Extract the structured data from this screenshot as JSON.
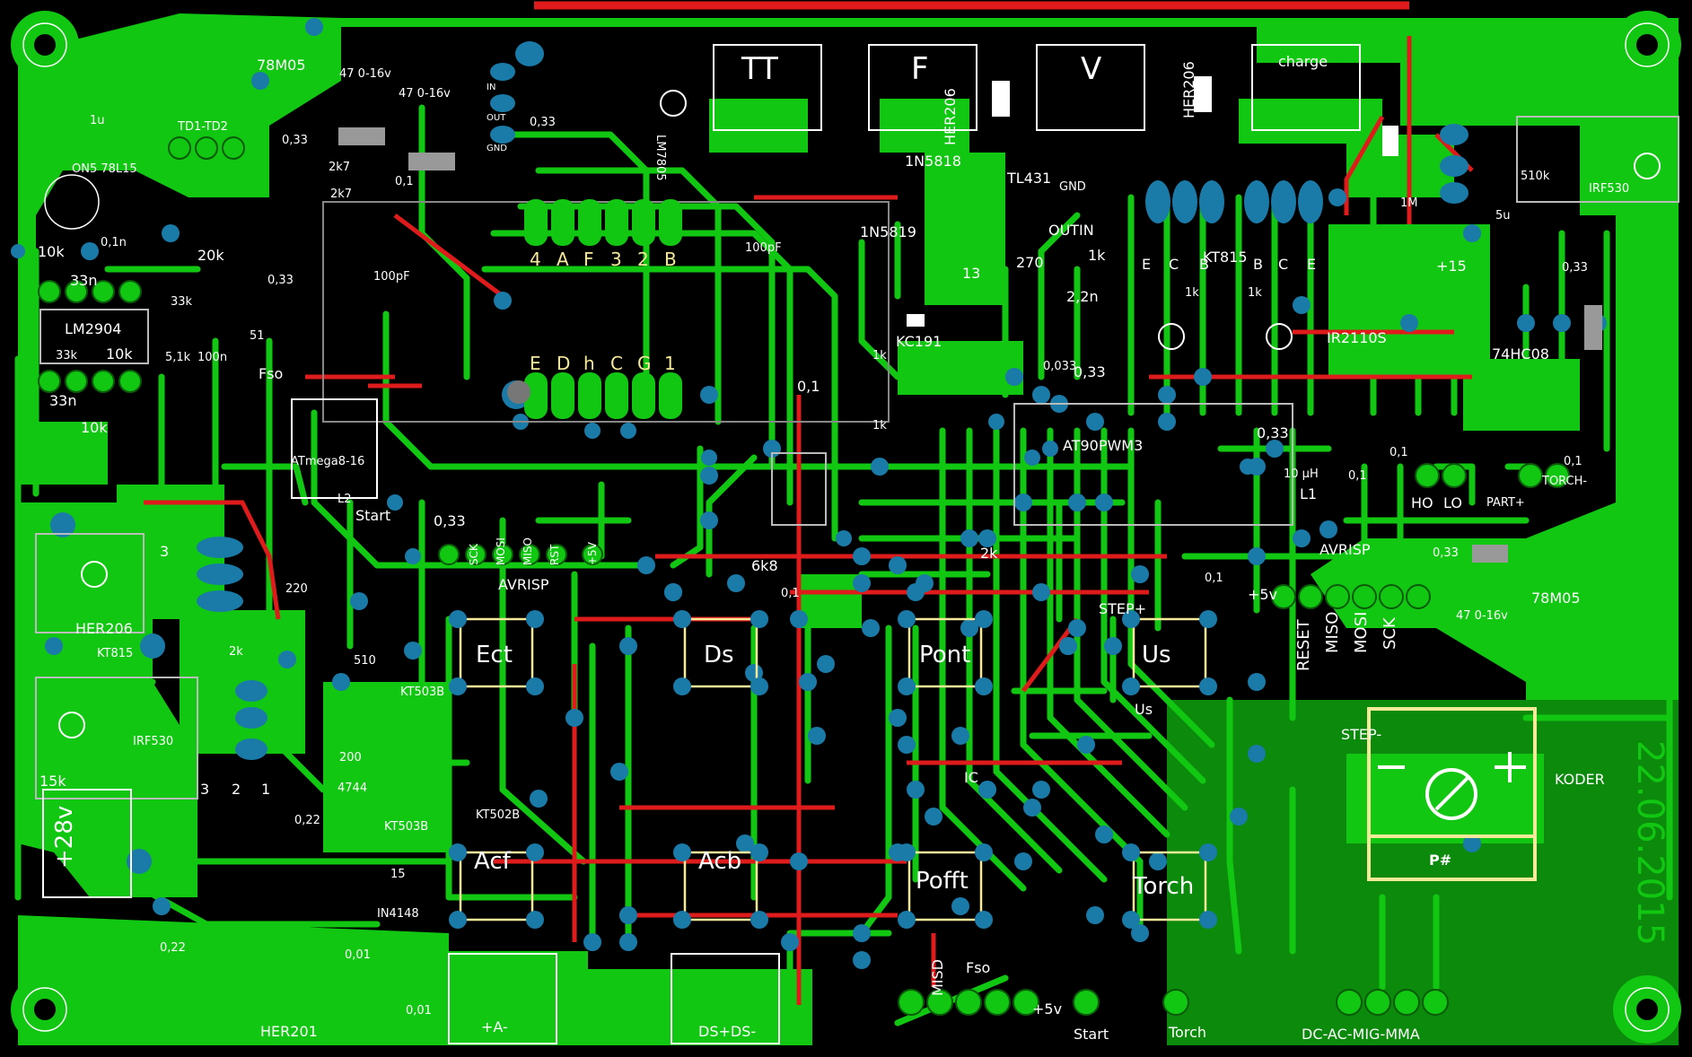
{
  "board": {
    "title": "PCB layout",
    "date_text": "22.06.2015",
    "colors": {
      "background": "#000000",
      "copper": "#12c712",
      "trace": "#12c712",
      "red_trace": "#e01b1b",
      "via": "#1a7aa8",
      "silk": "#ffffff",
      "silk_yellow": "#f5e99a"
    }
  },
  "components": {
    "reg_top_left": "78M05",
    "cap_470_a": "47 0-16v",
    "cap_470_b": "47 0-16v",
    "lm7805": "LM7805",
    "cap_033_a": "0,33",
    "cap_033_b": "0,33",
    "cap_033_c": "0,33",
    "cap_1u": "1u",
    "td": "TD1-TD2",
    "on5_78l15": "ON5 78L15",
    "cap_01n": "0,1n",
    "r_10k_a": "10k",
    "r_20k": "20k",
    "r_33n_a": "33n",
    "r_33k_a": "33k",
    "lm2904": "LM2904",
    "r_33k_b": "33k",
    "r_10k_b": "10k",
    "r_33n_b": "33n",
    "r_10k_c": "10k",
    "r_51": "51",
    "r_5_1k": "5,1k",
    "r_100n": "100n",
    "fso_a": "Fso",
    "r_2k7_a": "2k7",
    "r_2k7_b": "2k7",
    "c_01_a": "0,1",
    "c_100pf_a": "100pF",
    "c_100pf_b": "100pF",
    "seg_row_top": [
      "4",
      "A",
      "F",
      "3",
      "2",
      "B"
    ],
    "seg_row_bottom": [
      "E",
      "D",
      "h",
      "C",
      "G",
      "1"
    ],
    "atmega": "ATmega8-16",
    "start_a": "Start",
    "l2": "L2",
    "c_033_d": "0,33",
    "avrisp_a": "AVRISP",
    "avrisp_a_pins": [
      "SCK",
      "MOSI",
      "MISO",
      "RST",
      "+5V"
    ],
    "kt815_a": "KT815",
    "her206_a": "HER206",
    "irf530_a": "IRF530",
    "r_15k": "15k",
    "plus28v": "+28v",
    "her201": "HER201",
    "c_001_a": "0,01",
    "c_001_b": "0,01",
    "c_022_a": "0,22",
    "c_022_b": "0,22",
    "r_4744": "4744",
    "r_200": "200",
    "kt503b_a": "KT503B",
    "kt503b_b": "KT503B",
    "kt502b": "KT502B",
    "in4148": "IN4148",
    "r_15": "15",
    "pin_321": [
      "3",
      "2",
      "1"
    ],
    "r_2k_a": "2k",
    "r_6k8": "6k8",
    "c_01_b": "0,1",
    "r_220": "220",
    "r_510": "510",
    "tt": "TT",
    "f": "F",
    "v": "V",
    "charge": "charge",
    "her206_b": "HER206",
    "her206_c": "HER206",
    "d1n5818": "1N5818",
    "d1n5819": "1N5819",
    "tl431": "TL431",
    "tl_pins": [
      "GND",
      "OUT",
      "IN"
    ],
    "r_13": "13",
    "r_270": "270",
    "r_1k_a": "1k",
    "c_22n": "2,2n",
    "kc191": "KC191",
    "c_0033": "0,033",
    "c_033_e": "0,33",
    "kt815_b": "KT815",
    "kt_pins_a": [
      "E",
      "C",
      "B"
    ],
    "kt_pins_b": [
      "B",
      "C",
      "E"
    ],
    "r_1k_b": "1k",
    "r_1k_c": "1k",
    "r_1k_d": "1k",
    "r_1k_e": "1k",
    "c_01_c": "0,1",
    "irf530_b": "IRF530",
    "r_510k": "510k",
    "r_1m": "1M",
    "c_5u": "5u",
    "plus15": "+15",
    "c_033_f": "0,33",
    "ir2110s": "IR2110S",
    "hc08": "74HC08",
    "at90": "AT90PWM3",
    "c_033_g": "0,33",
    "l1": "L1",
    "c_10uh": "10 µH",
    "c_01_d": "0,1",
    "c_01_e": "0,1",
    "c_01_f": "0,1",
    "ho": "HO",
    "lo": "LO",
    "part_plus": "PART+",
    "torch_minus": "TORCH-",
    "avrisp_b": "AVRISP",
    "avrisp_b_pins": [
      "RESET",
      "MISO",
      "MOSI",
      "SCK"
    ],
    "plus5v_a": "+5v",
    "reg_78m05_b": "78M05",
    "cap_470_c": "47 0-16v",
    "c_033_h": "0,33",
    "c_01_g": "0,1",
    "r_2k_b": "2k",
    "step_plus": "STEP+",
    "step_minus": "STEP-",
    "ic": "IC",
    "koder": "KODER",
    "p_hash": "P#",
    "switches": [
      "Ect",
      "Ds",
      "Pont",
      "Us",
      "Acf",
      "Acb",
      "Pofft",
      "Torch"
    ],
    "us_label": "Us",
    "plus_a_minus": "+A-",
    "ds_ds": "DS+DS-",
    "misd": "MISD",
    "fso_b": "Fso",
    "plus5v_b": "+5v",
    "start_b": "Start",
    "torch_b": "Torch",
    "mode": "DC-AC-MIG-MMA",
    "gnd_a": "GND",
    "io_pins": [
      "IN",
      "OUT",
      "GND"
    ]
  }
}
